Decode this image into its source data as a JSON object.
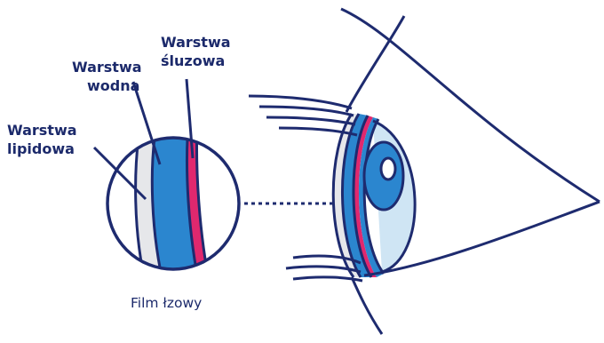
{
  "labels": {
    "lipid_line1": "Warstwa",
    "lipid_line2": "lipidowa",
    "aqueous_line1": "Warstwa",
    "aqueous_line2": "wodna",
    "mucous_line1": "Warstwa",
    "mucous_line2": "śluzowa",
    "caption": "Film łzowy"
  },
  "colors": {
    "text": "#1c2a6b",
    "outline": "#1e2b6f",
    "lipid_layer": "#e6e7ea",
    "aqueous_layer": "#2b86cf",
    "mucous_layer": "#e0286e",
    "eyeball": "#cfe5f4",
    "iris": "#2b86cf",
    "pupil": "#ffffff"
  }
}
